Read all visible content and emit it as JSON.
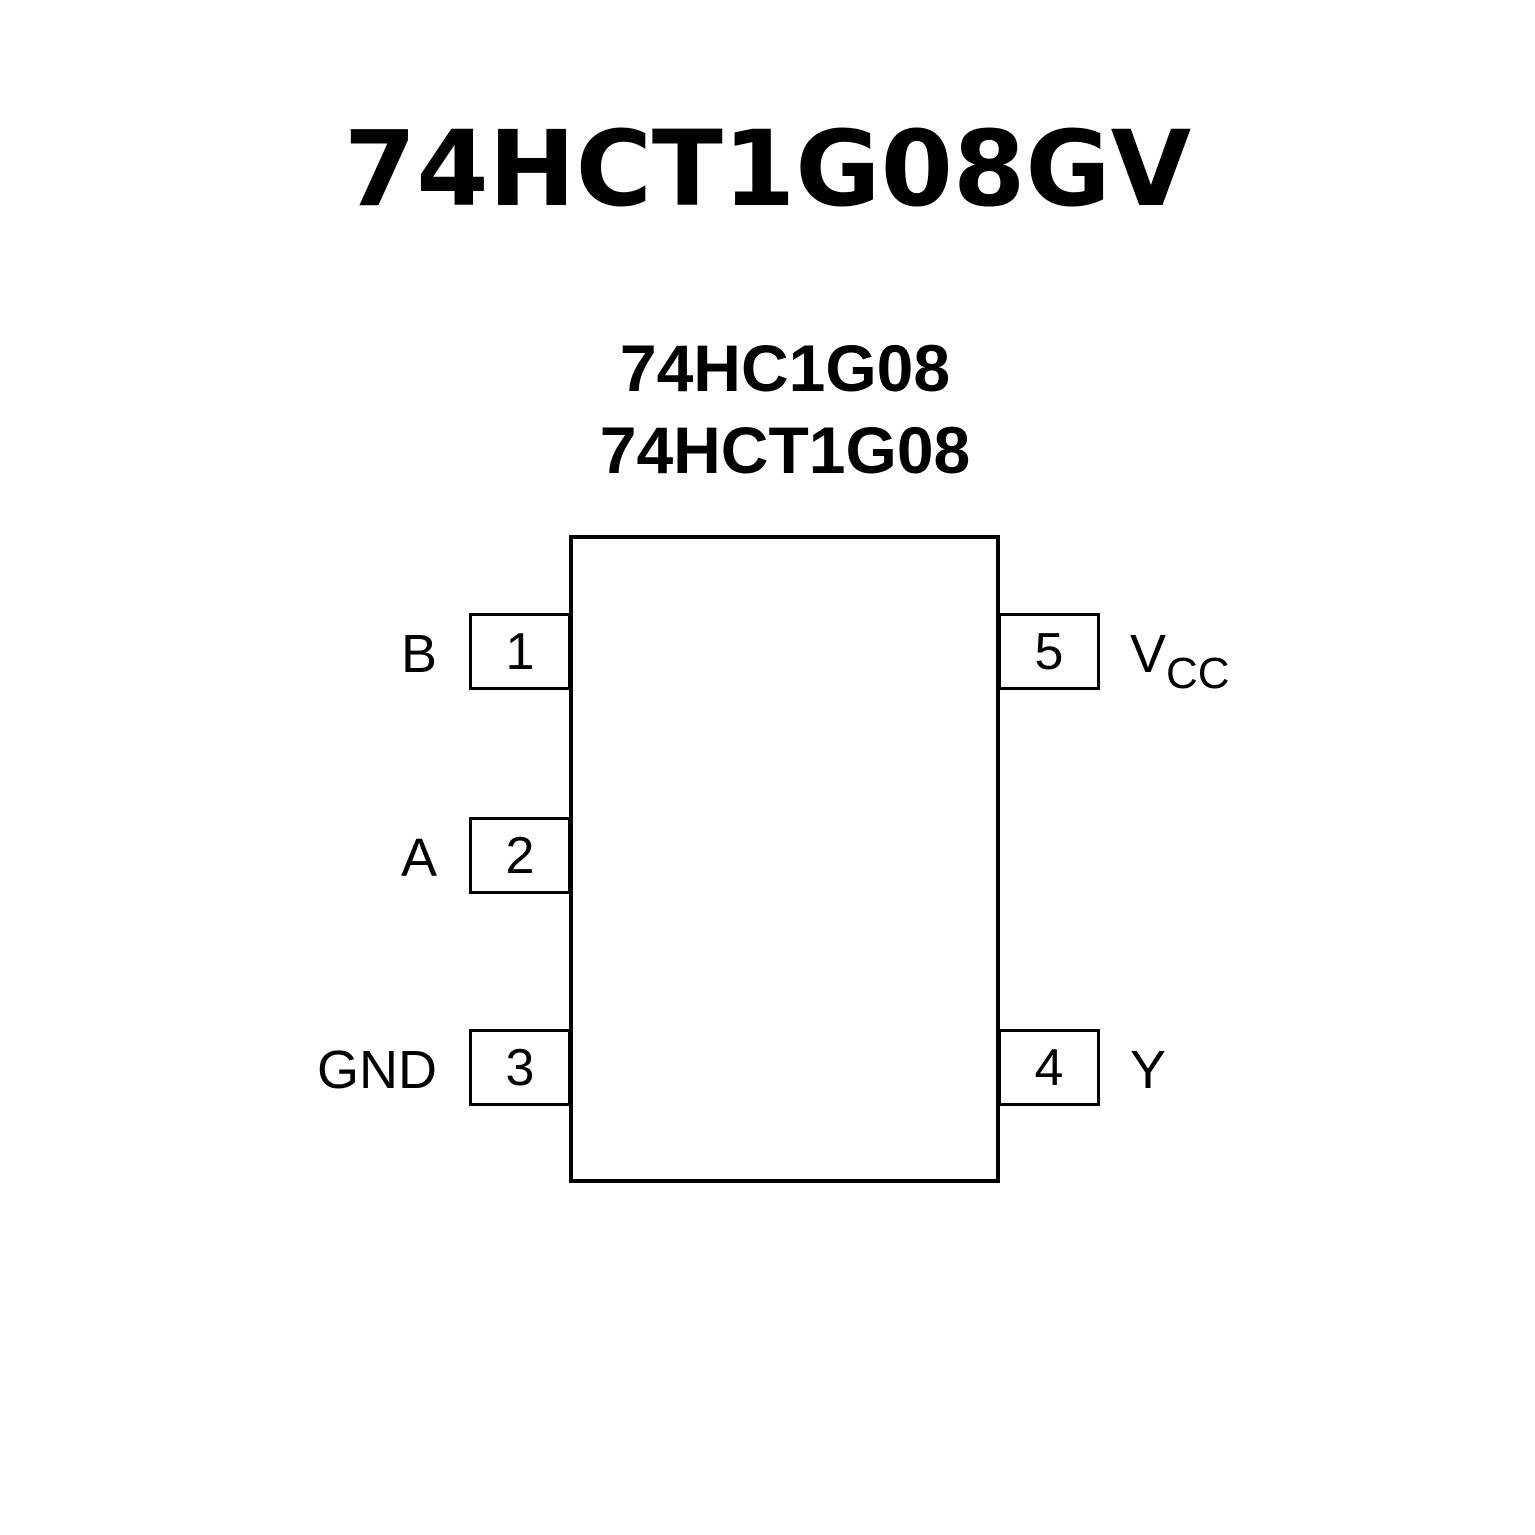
{
  "title": "74HCT1G08GV",
  "subtitles": [
    "74HC1G08",
    "74HCT1G08"
  ],
  "pins": [
    {
      "number": "1",
      "name": "B"
    },
    {
      "number": "2",
      "name": "A"
    },
    {
      "number": "3",
      "name": "GND"
    },
    {
      "number": "4",
      "name": "Y"
    },
    {
      "number": "5",
      "name": "V",
      "name_sub": "CC"
    }
  ]
}
